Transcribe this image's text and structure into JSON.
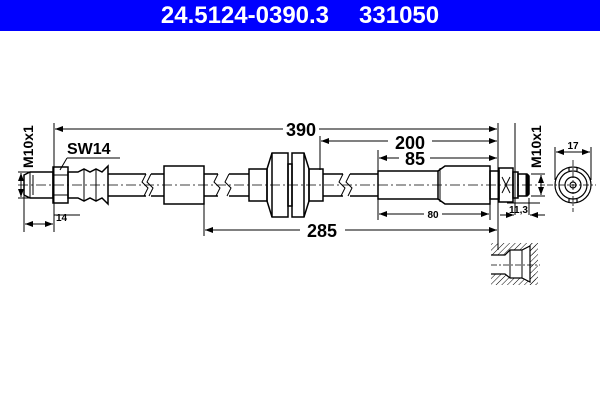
{
  "header": {
    "part_number": "24.5124-0390.3",
    "ref_number": "331050",
    "background_color": "#0000ff",
    "text_color": "#ffffff"
  },
  "drawing": {
    "type": "brake hose technical drawing",
    "dimensions": {
      "total_length": "390",
      "right_section": "200",
      "sleeve_length": "85",
      "lower_length": "285",
      "crimp_length": "80",
      "left_end_length": "14",
      "right_end_length": "11,3",
      "wrench_size": "SW14",
      "left_thread": "M10x1",
      "right_thread": "M10x1",
      "end_view_width": "17"
    }
  }
}
